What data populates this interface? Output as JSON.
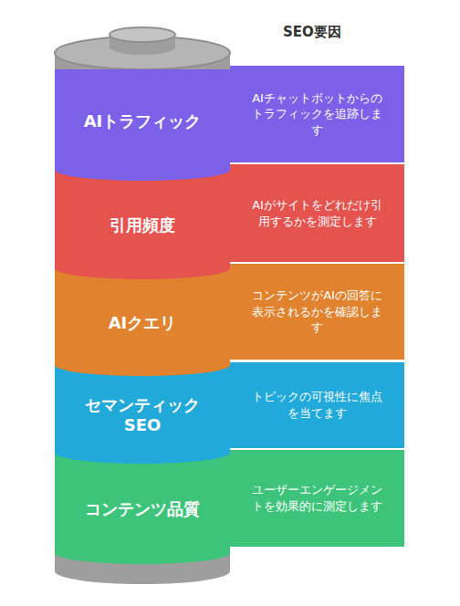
{
  "diagram": {
    "title": "SEO要因",
    "nodes": [
      {
        "text": [
          "AIトラフィック"
        ]
      },
      {
        "text": [
          "AIチャットボットからのトラフィックを追跡します"
        ]
      },
      {
        "text": [
          "引用頻度"
        ]
      },
      {
        "text": [
          "AIがサイトをどれだけ引用するかを測定します"
        ]
      },
      {
        "text": [
          "AIクエリ"
        ]
      },
      {
        "text": [
          "コンテンツがAIの回答に表示されるかを確認します"
        ]
      },
      {
        "text": [
          "セマンティック SEO"
        ]
      },
      {
        "text": [
          "トピックの可視性に焦点を当てます"
        ]
      },
      {
        "text": [
          "コンテンツ品質"
        ]
      },
      {
        "text": [
          "ユーザーエンゲージメントを効果的に測定します"
        ]
      }
    ]
  }
}
